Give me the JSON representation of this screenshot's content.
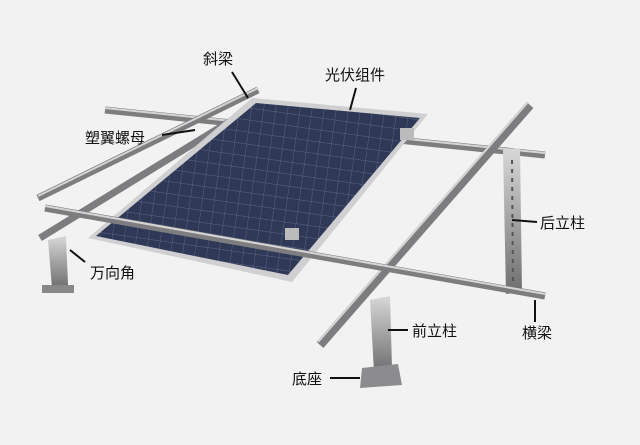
{
  "labels": {
    "slant_beam": "斜梁",
    "pv_module": "光伏组件",
    "wing_nut": "塑翼螺母",
    "rear_post": "后立柱",
    "universal_angle": "万向角",
    "front_post": "前立柱",
    "cross_beam": "横梁",
    "base": "底座"
  },
  "colors": {
    "panel": "#2c3550",
    "rail": "#9a9a9c",
    "frame": "#c9c9cb"
  }
}
